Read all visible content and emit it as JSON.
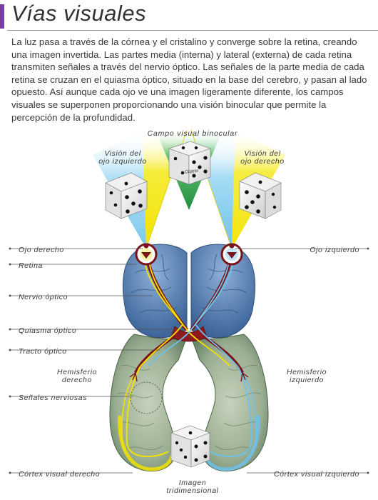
{
  "title": "Vías visuales",
  "intro": "La luz pasa a través de la córnea y el cristalino y converge sobre la retina, creando una imagen invertida. Las partes media (interna) y lateral (externa) de cada retina transmiten señales a través del nervio óptico. Las señales de la parte media de cada retina se cruzan en el quiasma óptico, situado en la base del cerebro, y pasan al lado opuesto. Así aunque cada ojo ve una imagen ligeramente diferente, los campos visuales se superponen proporcionando una visión binocular que permite la percepción de la profundidad.",
  "diagram": {
    "campo_binocular": "Campo visual binocular",
    "vision_izq_1": "Visión del",
    "vision_izq_2": "ojo izquierdo",
    "vision_der_1": "Visión del",
    "vision_der_2": "ojo derecho",
    "objeto": "Objeto",
    "ojo_derecho": "Ojo derecho",
    "ojo_izquierdo": "Ojo izquierdo",
    "retina": "Retina",
    "nervio_optico": "Nervio óptico",
    "quiasma_optico": "Quiasma óptico",
    "tracto_optico": "Tracto óptico",
    "hemisferio_der_1": "Hemisferio",
    "hemisferio_der_2": "derecho",
    "hemisferio_izq_1": "Hemisferio",
    "hemisferio_izq_2": "izquierdo",
    "senales_nerviosas": "Señales nerviosas",
    "cortex_der": "Córtex visual derecho",
    "cortex_izq": "Córtex visual izquierdo",
    "imagen_1": "Imagen",
    "imagen_2": "tridimensional"
  },
  "colors": {
    "accent": "#7a3fa0",
    "cerebrum": "#4f79ad",
    "cortex_green": "#98ab90",
    "field_yellow": "#f2e200",
    "field_blue": "#8fd0f0",
    "field_green": "#2fa84a",
    "nerve": "#7a1418"
  }
}
